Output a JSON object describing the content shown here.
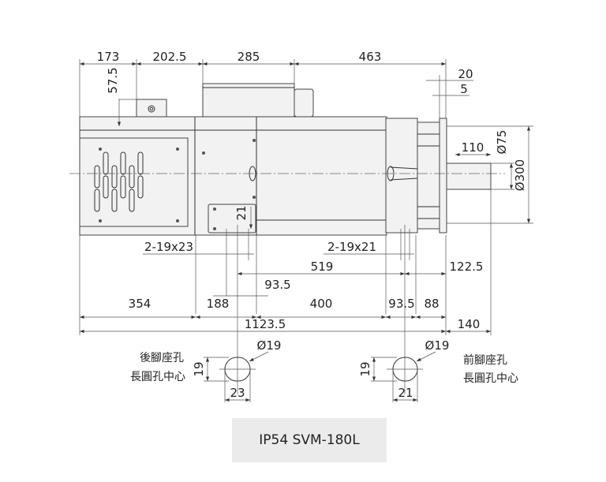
{
  "drawing": {
    "top_dims": [
      "173",
      "202.5",
      "285",
      "463",
      "20",
      "5"
    ],
    "right_dims": {
      "shaft_length": "110",
      "shaft_dia": "Ø75",
      "flange_dia": "Ø300"
    },
    "side_dims": {
      "hole_height": "21"
    },
    "bottom_dims": {
      "rear_holes": "2-19x23",
      "front_holes": "2-19x21",
      "d519": "519",
      "d1225": "122.5",
      "d935a": "93.5",
      "d354": "354",
      "d188": "188",
      "d400": "400",
      "d935b": "93.5",
      "d88": "88",
      "total": "1123.5",
      "d140": "140"
    },
    "rear_hole": {
      "dia": "Ø19",
      "height": "19",
      "width": "23",
      "label1": "後腳座孔",
      "label2": "長圓孔中心"
    },
    "front_hole": {
      "dia": "Ø19",
      "height": "19",
      "width": "21",
      "label1": "前腳座孔",
      "label2": "長圓孔中心"
    }
  },
  "model_label": "IP54 SVM-180L"
}
